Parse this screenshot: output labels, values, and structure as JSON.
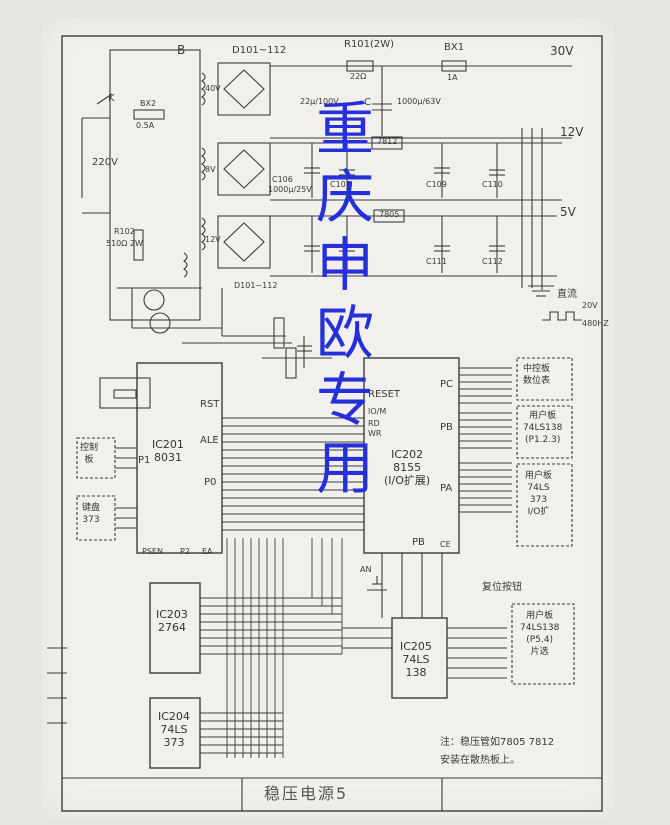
{
  "watermark": {
    "chars": [
      "重",
      "庆",
      "申",
      "欧",
      "专",
      "用"
    ],
    "color": "#2530d8"
  },
  "power_section": {
    "b_label": "B",
    "diode_label": "D101~112",
    "r101_label": "R101(2W)",
    "r101_value": "22Ω",
    "bx1_label": "BX1",
    "bx1_value": "1A",
    "out30": "30V",
    "out12": "12V",
    "out5": "5V",
    "sec_40v": "40V",
    "sec_8v": "8V",
    "sec_12v": "12V",
    "c_label": "C",
    "cap_1000": "1000μ/63V",
    "cap_22u": "22μ/100V",
    "mains": "220V",
    "switch_k": "K",
    "fuse_bx": "BX2",
    "fuse_val": "0.5A",
    "r102": "R102",
    "r102_val": "510Ω 2W",
    "c106": "C106",
    "c106_val": "1000μ/25V",
    "c107": "C107",
    "c109": "C109",
    "c111": "C111",
    "c112": "C112",
    "c110": "C110",
    "reg_7812": "7812",
    "reg_7805": "7805",
    "d_bottom": "D101~112",
    "ref_dc": "直流",
    "ref_20v": "20V",
    "ref_480": "480HZ"
  },
  "chips": {
    "ic201": {
      "name": "IC201",
      "part": "8031"
    },
    "ic202": {
      "name": "IC202",
      "part": "8155",
      "sub": "(I/O扩展)"
    },
    "ic203": {
      "name": "IC203",
      "part": "2764"
    },
    "ic204": {
      "name": "IC204",
      "part": "74LS",
      "part2": "373"
    },
    "ic205": {
      "name": "IC205",
      "part": "74LS",
      "part2": "138"
    }
  },
  "pins": {
    "rst": "RST",
    "ale": "ALE",
    "p0": "P0",
    "p1": "P1",
    "psen": "PSEN",
    "p2": "P2",
    "ea": "EA",
    "reset": "RESET",
    "io_m": "IO/M",
    "rd": "RD",
    "wr": "WR",
    "pc": "PC",
    "pb": "PB",
    "pa": "PA",
    "pb_bottom": "PB",
    "ce": "CE",
    "an": "AN"
  },
  "boxes": {
    "box1": [
      "中控板",
      "数位表"
    ],
    "box2": [
      "用户板",
      "74LS138",
      "(P1.2.3)"
    ],
    "box3": [
      "用户板",
      "74LS",
      "373",
      "I/O扩"
    ],
    "box4": [
      "用户板",
      "74LS138",
      "(P5.4)",
      "片选"
    ],
    "left1": [
      "控制",
      "板",
      ""
    ],
    "left2": [
      "键盘",
      "373"
    ]
  },
  "reset_button": "复位按钮",
  "note_line1": "注：稳压管如7805  7812",
  "note_line2": "安装在散热板上。",
  "title_block": "稳压电源5"
}
